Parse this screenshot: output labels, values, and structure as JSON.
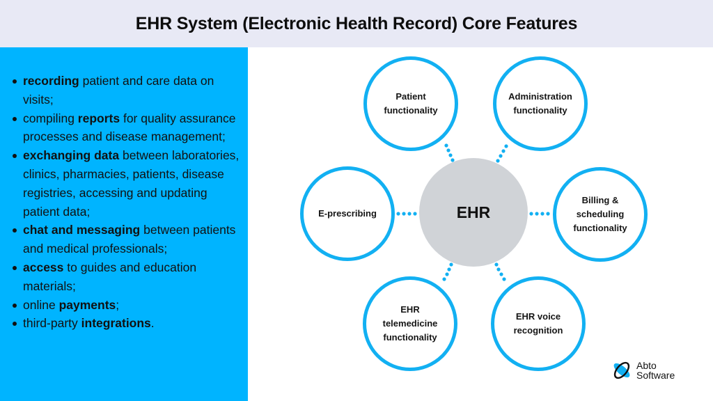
{
  "header": {
    "title": "EHR System (Electronic Health Record) Core Features"
  },
  "features_list": {
    "items": [
      {
        "bold": "recording",
        "pre": "",
        "post": " patient and care data on visits;"
      },
      {
        "pre": "compiling ",
        "bold": "reports",
        "post": " for quality assurance processes and disease management;"
      },
      {
        "bold": "exchanging data",
        "pre": "",
        "post": " between laboratories, clinics, pharmacies, patients, disease registries, accessing and updating patient data;"
      },
      {
        "bold": "chat and messaging",
        "pre": "",
        "post": " between patients and medical professionals;"
      },
      {
        "bold": "access",
        "pre": "",
        "post": " to guides and education materials;"
      },
      {
        "pre": "online ",
        "bold": "payments",
        "post": ";"
      },
      {
        "pre": "third-party ",
        "bold": "integrations",
        "post": "."
      }
    ]
  },
  "diagram": {
    "center_label": "EHR",
    "nodes": [
      {
        "label": "Patient functionality"
      },
      {
        "label": "Administration functionality"
      },
      {
        "label": "E-prescribing"
      },
      {
        "label": "Billing & scheduling functionality"
      },
      {
        "label": "EHR telemedicine functionality"
      },
      {
        "label": "EHR voice recognition"
      }
    ],
    "colors": {
      "node_border": "#12b0f2",
      "center_fill": "#d0d3d7",
      "connector": "#12b0f2",
      "panel": "#00b4ff",
      "header_bg": "#e8e9f5"
    }
  },
  "logo": {
    "line1": "Abto",
    "line2": "Software",
    "icon": "orbit-logo-icon"
  }
}
